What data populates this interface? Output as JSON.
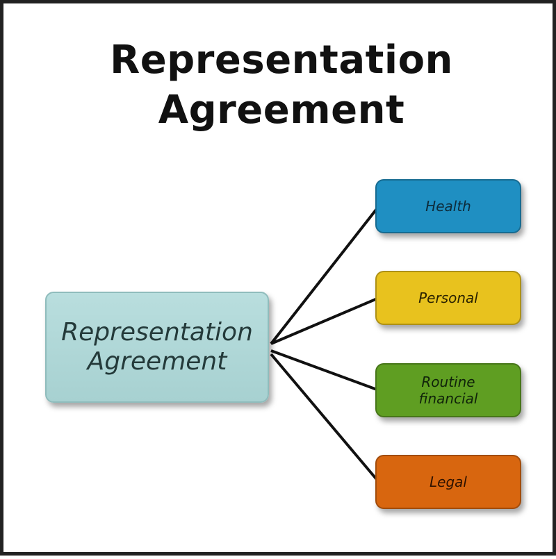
{
  "title": {
    "line1": "Representation",
    "line2": "Agreement"
  },
  "center_node": {
    "line1": "Representation",
    "line2": "Agreement",
    "color": "#b9dede"
  },
  "branches": [
    {
      "line1": "Health",
      "line2": "",
      "color": "#1f8fc2"
    },
    {
      "line1": "Personal",
      "line2": "",
      "color": "#e8c21e"
    },
    {
      "line1": "Routine",
      "line2": "financial",
      "color": "#5f9e22"
    },
    {
      "line1": "Legal",
      "line2": "",
      "color": "#d8660f"
    }
  ]
}
